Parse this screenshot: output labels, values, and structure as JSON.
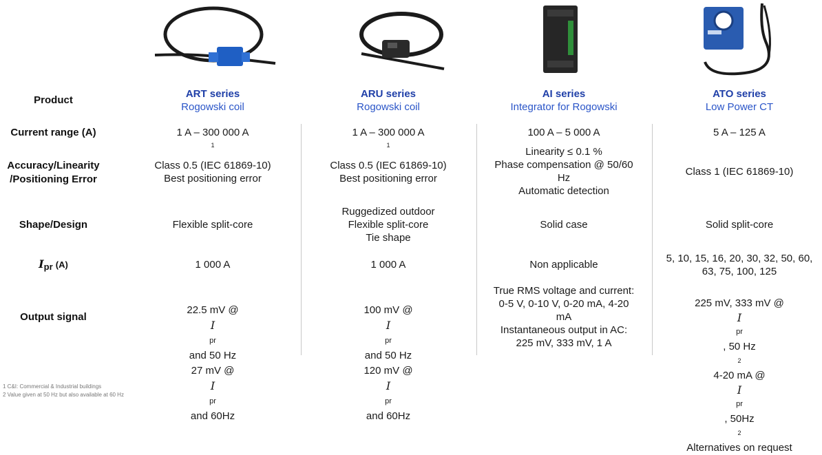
{
  "labels": {
    "product": "Product",
    "current_range": "Current range (A)",
    "accuracy_line1": "Accuracy/Linearity",
    "accuracy_line2": "/Positioning Error",
    "shape": "Shape/Design",
    "ipr_symbol": "I",
    "ipr_sub": "pr",
    "ipr_unit": "(A)",
    "output": "Output signal"
  },
  "products": [
    {
      "name": "ART series",
      "subtitle": "Rogowski coil",
      "current_range": "1 A – 300 000 A",
      "current_range_note": "1",
      "accuracy": [
        "Class 0.5 (IEC 61869-10)",
        "Best positioning error"
      ],
      "shape": [
        "Flexible split-core"
      ],
      "ipr": [
        "1 000 A"
      ],
      "output": [
        "22.5 mV @ ",
        " and 50 Hz",
        "27 mV @ ",
        " and 60Hz"
      ]
    },
    {
      "name": "ARU series",
      "subtitle": "Rogowski coil",
      "current_range": "1 A – 300 000 A",
      "current_range_note": "1",
      "accuracy": [
        "Class 0.5 (IEC 61869-10)",
        "Best positioning error"
      ],
      "shape": [
        "Ruggedized outdoor",
        "Flexible split-core",
        "Tie shape"
      ],
      "ipr": [
        "1 000 A"
      ],
      "output": [
        "100 mV @ ",
        " and 50 Hz",
        "120 mV @ ",
        " and 60Hz"
      ]
    },
    {
      "name": "AI series",
      "subtitle": "Integrator for Rogowski",
      "current_range": "100 A – 5 000 A",
      "accuracy": [
        "Linearity ≤ 0.1 %",
        "Phase compensation @ 50/60",
        "Hz",
        "Automatic detection"
      ],
      "shape": [
        "Solid case"
      ],
      "ipr": [
        "Non applicable"
      ],
      "output": [
        "True RMS voltage and current:",
        "0-5 V, 0-10 V, 0-20 mA, 4-20",
        "mA",
        "Instantaneous output in AC:",
        "225 mV, 333 mV, 1 A"
      ]
    },
    {
      "name": "ATO series",
      "subtitle": "Low Power CT",
      "current_range": "5 A – 125 A",
      "accuracy": [
        "Class 1 (IEC 61869-10)"
      ],
      "shape": [
        "Solid split-core"
      ],
      "ipr": [
        "5, 10, 15, 16, 20, 30, 32, 50, 60,",
        "63, 75, 100, 125"
      ],
      "output": [
        "225 mV, 333 mV @ ",
        ", 50 Hz",
        "2",
        "4-20 mA @ ",
        " , 50Hz",
        "2",
        "Alternatives on request"
      ]
    }
  ],
  "footnotes": [
    "1 C&I: Commercial & Industrial buildings",
    "2 Value given at 50 Hz but also available at 60 Hz"
  ],
  "colors": {
    "product_name": "#1f3fa8",
    "product_subtitle": "#2a55c8",
    "divider": "#c8c8c8"
  }
}
